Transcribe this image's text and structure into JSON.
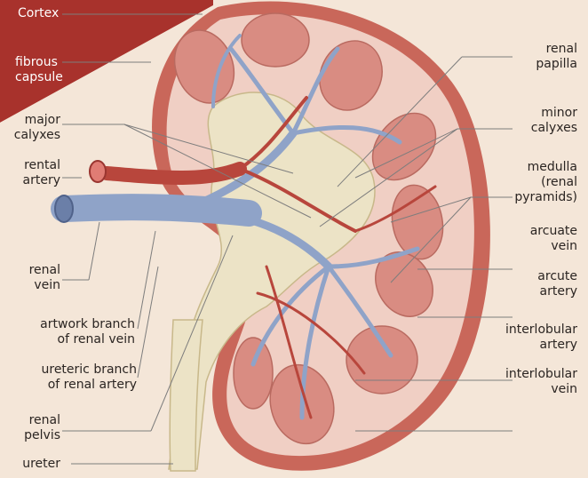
{
  "colors": {
    "background": "#f4e6d8",
    "banner": "#a8322c",
    "capsule": "#c9675a",
    "cortex": "#f0cfc4",
    "pyramid": "#d98c82",
    "vein": "#8fa3c8",
    "artery": "#b8463c",
    "pelvis": "#ece3c6",
    "leader_line": "#7d7d7d"
  },
  "labels": {
    "cortex": "Cortex",
    "fibrous_capsule": "fibrous\ncapsule",
    "major_calyxes": "major\ncalyxes",
    "rental_artery": "rental\nartery",
    "renal_vein": "renal\nvein",
    "artwork_branch": "artwork branch\nof renal vein",
    "ureteric_branch": "ureteric branch\nof renal artery",
    "renal_pelvis": "renal\npelvis",
    "ureter": "ureter",
    "renal_papilla": "renal\npapilla",
    "minor_calyxes": "minor\ncalyxes",
    "medulla": "medulla\n(renal\npyramids)",
    "arcuate_vein": "arcuate\nvein",
    "arcute_artery": "arcute\nartery",
    "interlobular_artery": "interlobular\nartery",
    "interlobular_vein": "interlobular\nvein"
  }
}
